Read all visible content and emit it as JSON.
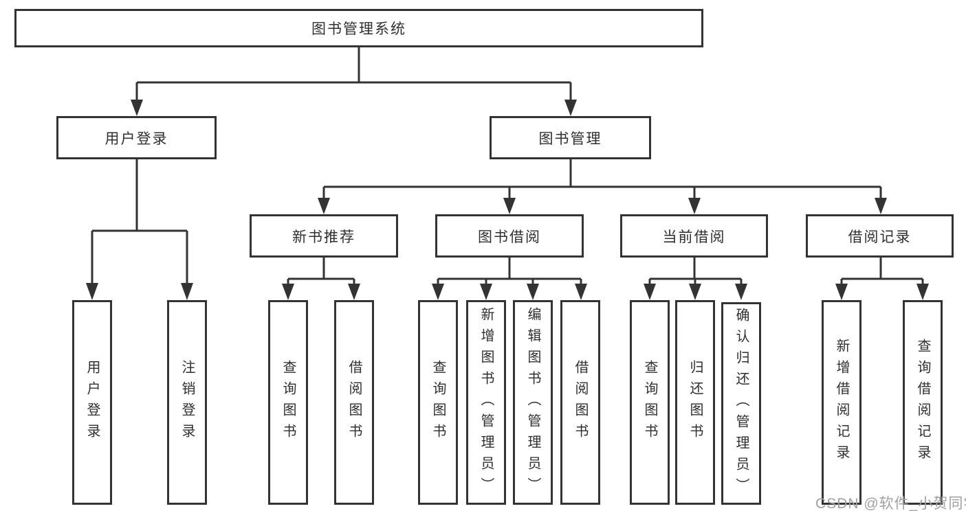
{
  "tree": {
    "root": {
      "label": "图书管理系统",
      "children": [
        {
          "label": "用户登录",
          "children": [
            {
              "label": "用户登录"
            },
            {
              "label": "注销登录"
            }
          ]
        },
        {
          "label": "图书管理",
          "children": [
            {
              "label": "新书推荐",
              "children": [
                {
                  "label": "查询图书"
                },
                {
                  "label": "借阅图书"
                }
              ]
            },
            {
              "label": "图书借阅",
              "children": [
                {
                  "label": "查询图书"
                },
                {
                  "label": "新增图书（管理员）"
                },
                {
                  "label": "编辑图书（管理员）"
                },
                {
                  "label": "借阅图书"
                }
              ]
            },
            {
              "label": "当前借阅",
              "children": [
                {
                  "label": "查询图书"
                },
                {
                  "label": "归还图书"
                },
                {
                  "label": "确认归还（管理员）"
                }
              ]
            },
            {
              "label": "借阅记录",
              "children": [
                {
                  "label": "新增借阅记录"
                },
                {
                  "label": "查询借阅记录"
                }
              ]
            }
          ]
        }
      ]
    }
  },
  "watermark": {
    "text": "CSDN @软件_小贺同学"
  },
  "colors": {
    "line": "#333333",
    "box_border": "#333333",
    "text": "#2f2f2f",
    "watermark": "#a0a0a0",
    "background": "#ffffff"
  }
}
